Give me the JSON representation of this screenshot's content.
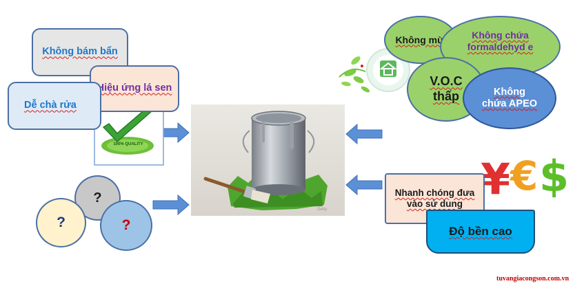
{
  "left_boxes": {
    "khong_bam_ban": "Không bám bẩn",
    "hieu_ung_la_sen": "Hiệu ứng lá sen",
    "de_cha_rua": "Dễ chà rửa"
  },
  "question_marks": [
    "?",
    "?",
    "?"
  ],
  "top_right_ovals": {
    "khong_mui": "Không mùi",
    "khong_chua_formaldehyd": "Không chứa formaldehyd e",
    "voc_thap": "V.O.C thấp",
    "khong_chua_apeo": "Không chứa APEO"
  },
  "bottom_right": {
    "nhanh_chong": "Nhanh chóng đưa vào sử dung",
    "do_ben_cao": "Độ bền cao",
    "currency_letters": [
      "¥",
      "€",
      "$"
    ]
  },
  "center_image": {
    "watermark": "Getty"
  },
  "checkmark_badge_text": "100% QUALITY",
  "footer_website": "tuvangiacongson.com.vn",
  "colors": {
    "box_blue_text": "#1f78c8",
    "box_purple_text": "#7030a0",
    "arrow_blue": "#5b8fd6",
    "oval_green": "#9bd16a",
    "oval_blue": "#5b8fd6",
    "footer_red": "#c00000"
  }
}
